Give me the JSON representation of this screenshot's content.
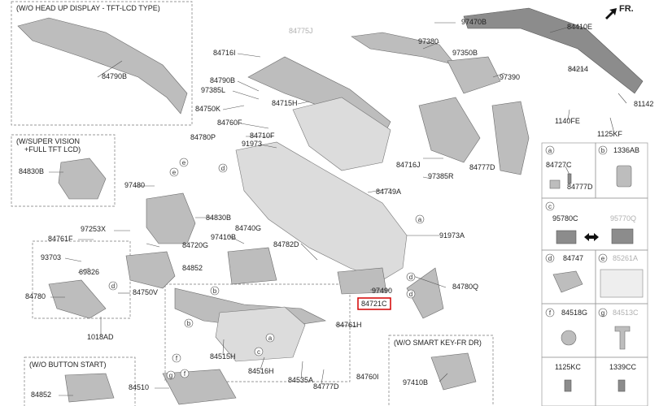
{
  "direction_label": "FR.",
  "boxes": {
    "hud": "(W/O HEAD UP DISPLAY - TFT-LCD TYPE)",
    "supervision_l1": "(W/SUPER VISION",
    "supervision_l2": "+FULL TFT LCD)",
    "button_start": "(W/O BUTTON START)",
    "smart_key": "(W/O SMART KEY-FR DR)"
  },
  "callouts": {
    "p84790B_1": "84790B",
    "p84775J": "84775J",
    "p84716I": "84716I",
    "p84790B_2": "84790B",
    "p97385L": "97385L",
    "p84750K": "84750K",
    "p84715H": "84715H",
    "p84760F": "84760F",
    "p84710F": "84710F",
    "p91973": "91973",
    "p84830B_1": "84830B",
    "p84780P": "84780P",
    "p97480": "97480",
    "p84830B_2": "84830B",
    "p97253X": "97253X",
    "p84740G": "84740G",
    "p84761F": "84761F",
    "p84720G": "84720G",
    "p97410B_1": "97410B",
    "p93703": "93703",
    "p69826": "69826",
    "p84852_1": "84852",
    "p84782D": "84782D",
    "p84780": "84780",
    "p84750V": "84750V",
    "p1018AD": "1018AD",
    "p84515H": "84515H",
    "p84516H": "84516H",
    "p84535A": "84535A",
    "p84777D_1": "84777D",
    "p84760I": "84760I",
    "p84510": "84510",
    "p84852_2": "84852",
    "p84761H": "84761H",
    "p84721C": "84721C",
    "p97490": "97490",
    "p84780Q": "84780Q",
    "p91973A": "91973A",
    "p84749A": "84749A",
    "p97385R": "97385R",
    "p84716J": "84716J",
    "p84777D_2": "84777D",
    "p97470B": "97470B",
    "p97380": "97380",
    "p97350B": "97350B",
    "p97390": "97390",
    "p84410E": "84410E",
    "p84214": "84214",
    "p81142": "81142",
    "p1140FE": "1140FE",
    "p1125KF": "1125KF",
    "p97410B_2": "97410B"
  },
  "legend": {
    "a_header": "a",
    "b_header": "b",
    "b_part": "1336AB",
    "a_p1": "84727C",
    "a_p2": "84777D",
    "c_header": "c",
    "c_p1": "95780C",
    "c_p2": "95770Q",
    "d_header": "d",
    "d_part": "84747",
    "e_header": "e",
    "e_part": "85261A",
    "f_header": "f",
    "f_part": "84518G",
    "g_header": "g",
    "g_part": "84513C",
    "bottom_1": "1125KC",
    "bottom_2": "1339CC"
  },
  "letters": {
    "a1": "a",
    "a2": "a",
    "b1": "b",
    "b2": "b",
    "c1": "c",
    "d1": "d",
    "d2": "d",
    "d3": "d",
    "d4": "d",
    "e1": "e",
    "e2": "e",
    "f1": "f",
    "f2": "f",
    "g1": "g"
  },
  "colors": {
    "highlight": "#d40000",
    "part_fill": "#bdbdbd",
    "grayed_text": "#b0b0b0"
  }
}
